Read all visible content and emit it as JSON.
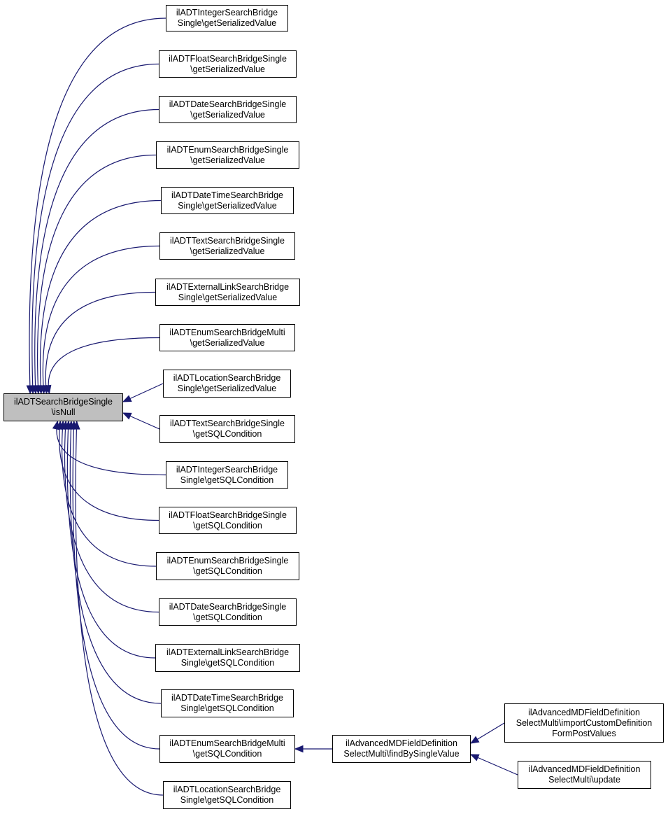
{
  "diagram": {
    "title": "",
    "focus_node": {
      "id": "root",
      "label": "ilADTSearchBridgeSingle\n\\isNull"
    },
    "edge_color": "#191970",
    "focus_fill": "#bfbfbf",
    "callers": [
      {
        "id": "n1",
        "label": "ilADTIntegerSearchBridge\nSingle\\getSerializedValue"
      },
      {
        "id": "n2",
        "label": "ilADTFloatSearchBridgeSingle\n\\getSerializedValue"
      },
      {
        "id": "n3",
        "label": "ilADTDateSearchBridgeSingle\n\\getSerializedValue"
      },
      {
        "id": "n4",
        "label": "ilADTEnumSearchBridgeSingle\n\\getSerializedValue"
      },
      {
        "id": "n5",
        "label": "ilADTDateTimeSearchBridge\nSingle\\getSerializedValue"
      },
      {
        "id": "n6",
        "label": "ilADTTextSearchBridgeSingle\n\\getSerializedValue"
      },
      {
        "id": "n7",
        "label": "ilADTExternalLinkSearchBridge\nSingle\\getSerializedValue"
      },
      {
        "id": "n8",
        "label": "ilADTEnumSearchBridgeMulti\n\\getSerializedValue"
      },
      {
        "id": "n9",
        "label": "ilADTLocationSearchBridge\nSingle\\getSerializedValue"
      },
      {
        "id": "n10",
        "label": "ilADTTextSearchBridgeSingle\n\\getSQLCondition"
      },
      {
        "id": "n11",
        "label": "ilADTIntegerSearchBridge\nSingle\\getSQLCondition"
      },
      {
        "id": "n12",
        "label": "ilADTFloatSearchBridgeSingle\n\\getSQLCondition"
      },
      {
        "id": "n13",
        "label": "ilADTEnumSearchBridgeSingle\n\\getSQLCondition"
      },
      {
        "id": "n14",
        "label": "ilADTDateSearchBridgeSingle\n\\getSQLCondition"
      },
      {
        "id": "n15",
        "label": "ilADTExternalLinkSearchBridge\nSingle\\getSQLCondition"
      },
      {
        "id": "n16",
        "label": "ilADTDateTimeSearchBridge\nSingle\\getSQLCondition"
      },
      {
        "id": "n17",
        "label": "ilADTEnumSearchBridgeMulti\n\\getSQLCondition"
      },
      {
        "id": "n18",
        "label": "ilADTLocationSearchBridge\nSingle\\getSQLCondition"
      }
    ],
    "level2": [
      {
        "id": "m1",
        "label": "ilAdvancedMDFieldDefinition\nSelectMulti\\findBySingleValue",
        "calls": "n17"
      }
    ],
    "level3": [
      {
        "id": "k1",
        "label": "ilAdvancedMDFieldDefinition\nSelectMulti\\importCustomDefinition\nFormPostValues",
        "calls": "m1"
      },
      {
        "id": "k2",
        "label": "ilAdvancedMDFieldDefinition\nSelectMulti\\update",
        "calls": "m1"
      }
    ]
  }
}
